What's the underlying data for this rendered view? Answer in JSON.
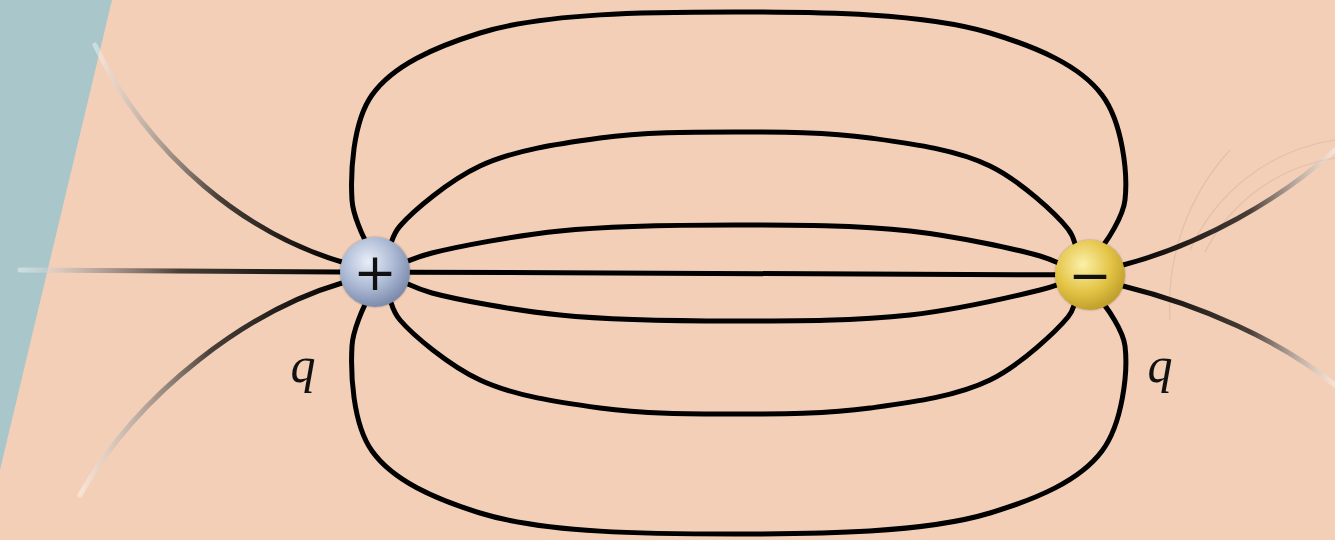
{
  "diagram": {
    "nodes": [
      {
        "text": [
          "+",
          "q"
        ]
      },
      {
        "text": [
          "−",
          "q"
        ]
      }
    ],
    "edges": [
      {
        "from": 0,
        "to": 1,
        "arrow": "none"
      },
      {
        "from": 0,
        "to": 1,
        "arrow": "none"
      },
      {
        "from": 0,
        "to": 1,
        "arrow": "none"
      },
      {
        "from": 0,
        "to": 1,
        "arrow": "none"
      },
      {
        "from": 0,
        "to": 1,
        "arrow": "none"
      },
      {
        "from": 0,
        "to": 1,
        "arrow": "none"
      },
      {
        "from": 0,
        "to": 1,
        "arrow": "none"
      }
    ]
  }
}
